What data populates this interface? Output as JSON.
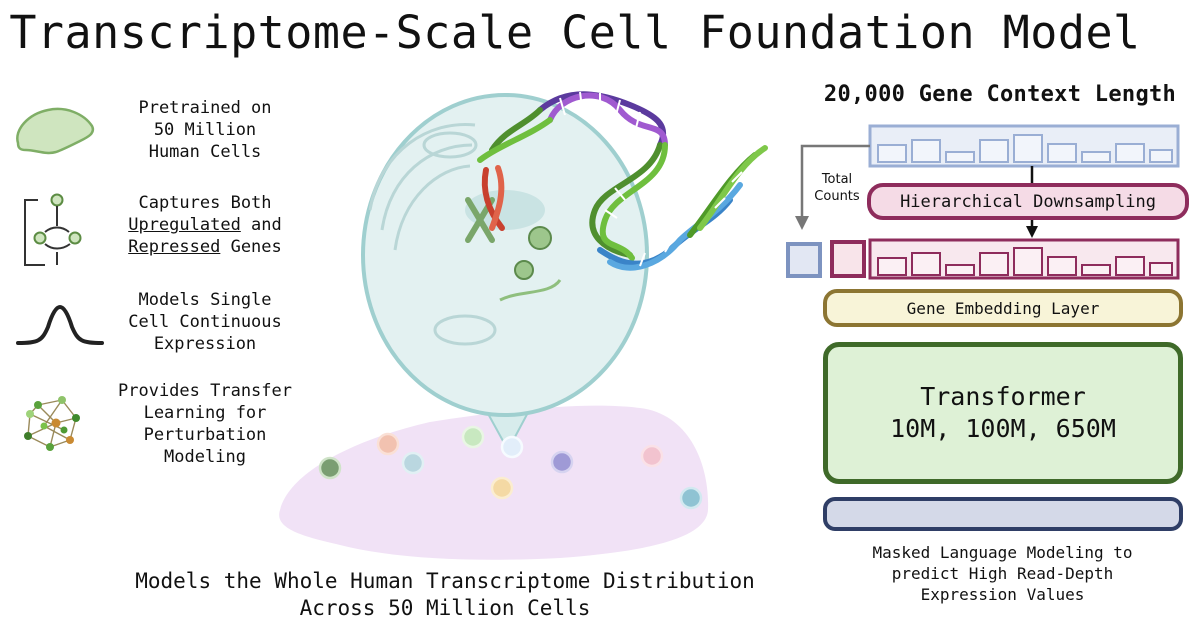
{
  "title": "Transcriptome-Scale Cell Foundation Model",
  "features": [
    {
      "icon": "cell-blob-icon",
      "lines": [
        "Pretrained on",
        "50 Million",
        "Human Cells"
      ]
    },
    {
      "icon": "regulation-network-icon",
      "line1": "Captures Both",
      "line2_u": "Upregulated",
      "line2_rest": " and",
      "line3_u": "Repressed",
      "line3_rest": " Genes"
    },
    {
      "icon": "bell-curve-icon",
      "lines": [
        "Models Single",
        "Cell Continuous",
        "Expression"
      ]
    },
    {
      "icon": "perturbation-network-icon",
      "lines": [
        "Provides Transfer",
        "Learning for",
        "Perturbation",
        "Modeling"
      ]
    }
  ],
  "bottom_caption": [
    "Models the Whole Human Transcriptome Distribution",
    "Across 50 Million Cells"
  ],
  "architecture": {
    "context_title": "20,000 Gene Context Length",
    "total_counts": [
      "Total",
      "Counts"
    ],
    "downsampling_label": "Hierarchical Downsampling",
    "embedding_label": "Gene Embedding Layer",
    "transformer_lines": [
      "Transformer",
      "10M, 100M, 650M"
    ],
    "caption": [
      "Masked Language Modeling to",
      "predict High Read-Depth",
      "Expression Values"
    ]
  },
  "colors": {
    "input_blue": "#7d93c0",
    "downsample_red": "#8e2c5c",
    "embedding_gold": "#8c7532",
    "transformer_green": "#3f6a29",
    "output_navy": "#2f3e66"
  }
}
